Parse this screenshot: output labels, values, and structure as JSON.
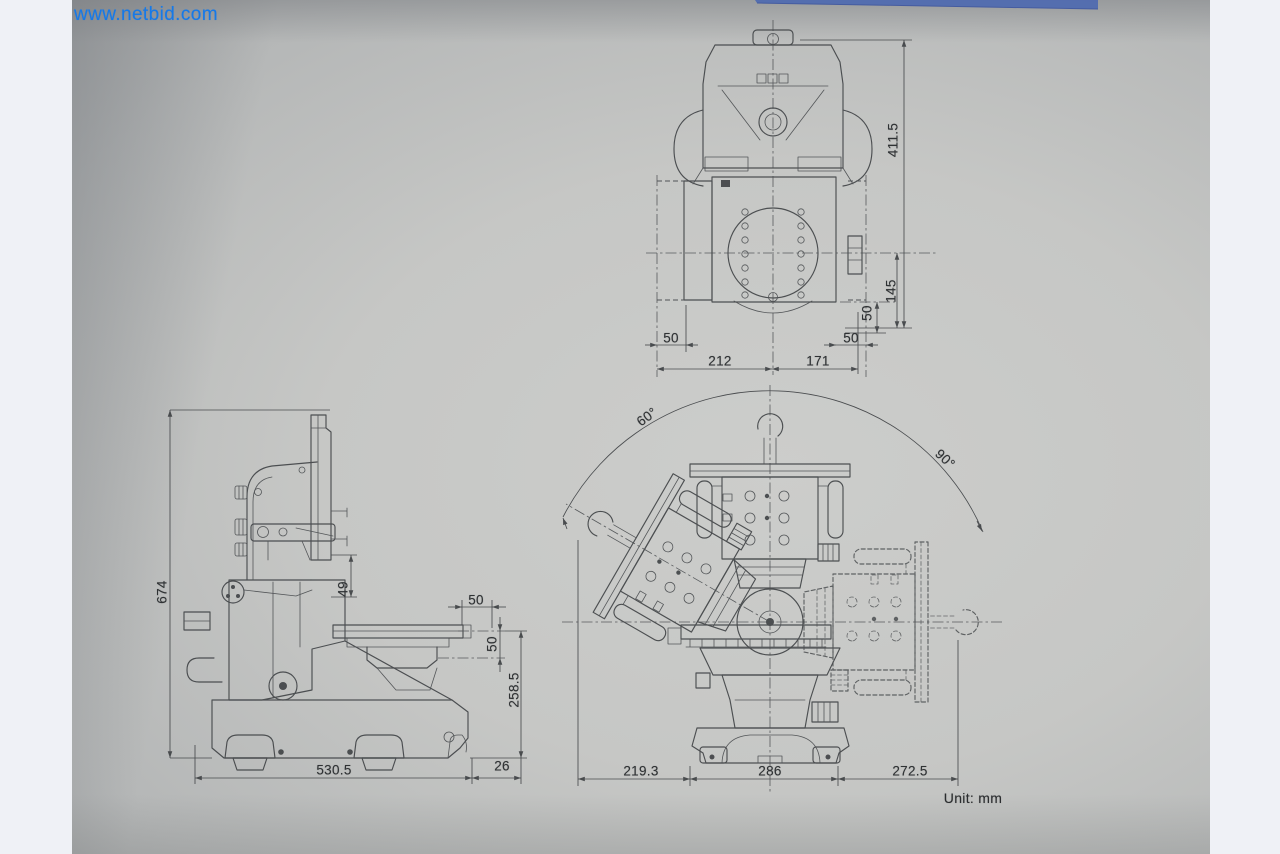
{
  "watermark_text": "www.netbid.com",
  "unit_label": "Unit: mm",
  "colors": {
    "watermark": "#1679e8",
    "header_band": "#4d69b1",
    "ink": "#3f4245",
    "paper": "#c6c7c5"
  },
  "dimensions": {
    "front_view": {
      "total_height": "411.5",
      "center_height": "145",
      "vertical_offset": "50",
      "travel_left": "50",
      "width_left": "212",
      "width_right": "171",
      "travel_right": "50"
    },
    "side_view": {
      "total_height": "674",
      "head_offset": "49",
      "table_overhang": "50",
      "table_offset": "50",
      "table_height": "258.5",
      "base_length": "530.5",
      "rear_offset": "26"
    },
    "swivel_view": {
      "angle_left": "60°",
      "angle_right": "90°",
      "reach_left": "219.3",
      "base_width": "286",
      "reach_right": "272.5"
    }
  }
}
